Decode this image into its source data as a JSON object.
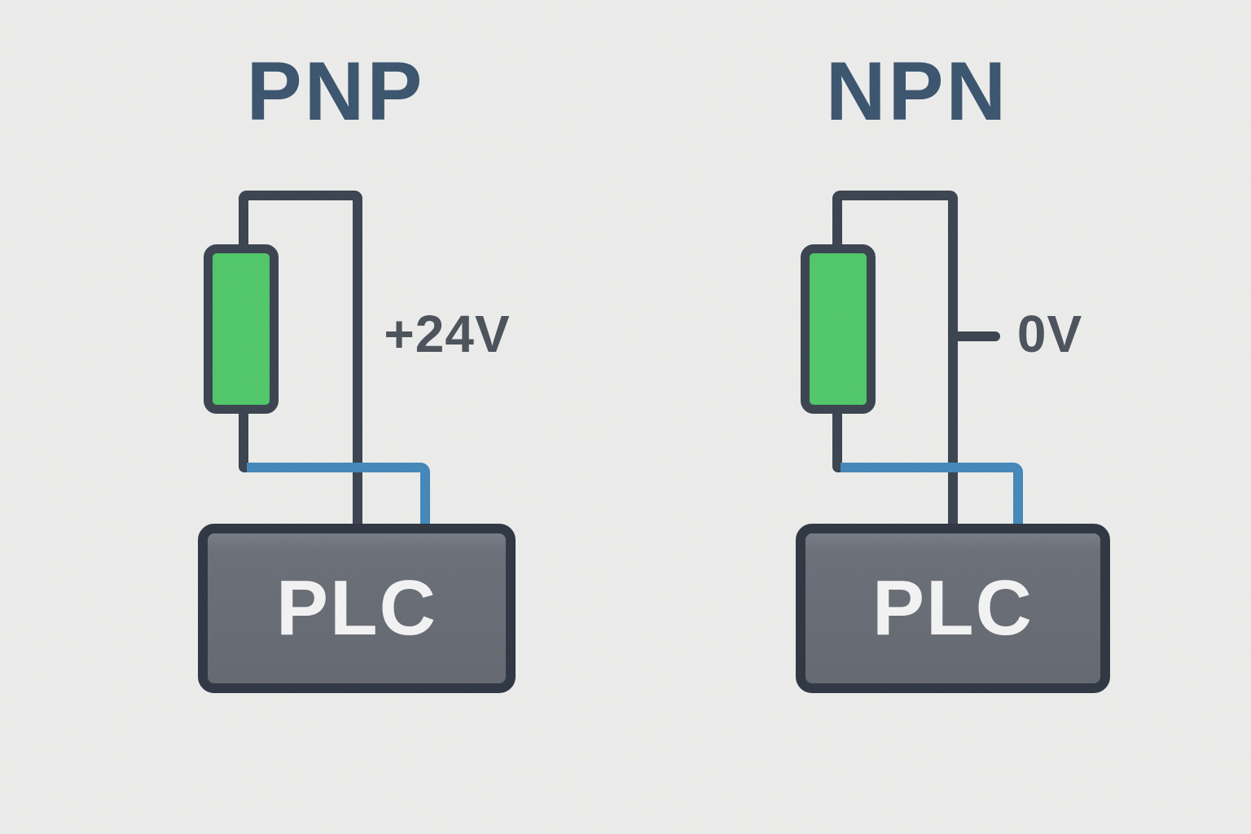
{
  "colors": {
    "background": "#ececeb",
    "title": "#3a536d",
    "wire_dark": "#39424e",
    "wire_blue": "#4287b9",
    "sensor_green": "#4ec768",
    "label_gray": "#4b515a",
    "plc_fill": "#696e77",
    "plc_border": "#2d3541",
    "plc_text": "#f3f3f3"
  },
  "diagrams": [
    {
      "title": "PNP",
      "voltage_label": "+24V",
      "plc_label": "PLC"
    },
    {
      "title": "NPN",
      "voltage_label": "0V",
      "plc_label": "PLC"
    }
  ]
}
